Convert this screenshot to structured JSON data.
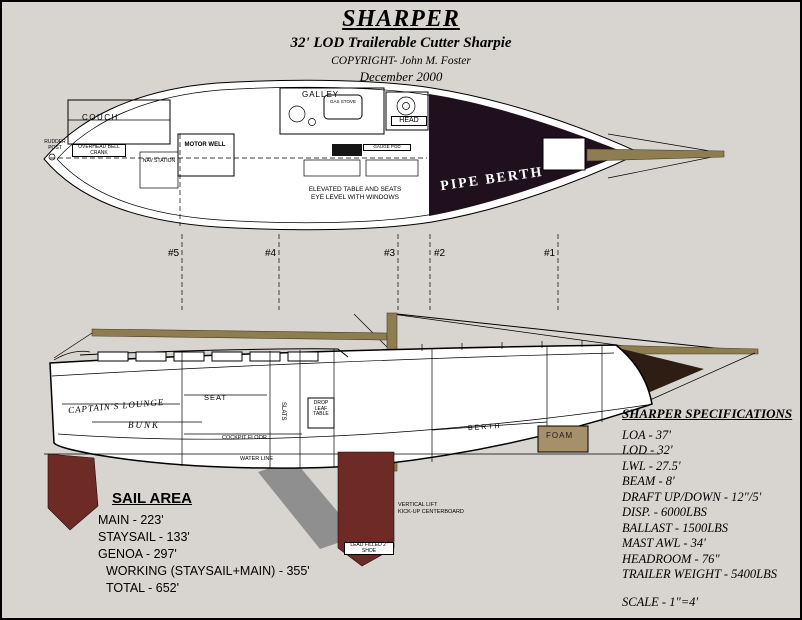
{
  "title": {
    "main": "SHARPER",
    "subtitle": "32' LOD Trailerable Cutter Sharpie",
    "copyright": "COPYRIGHT- John M. Foster",
    "date": "December 2000"
  },
  "plan": {
    "labels": {
      "couch": "COUCH",
      "rudder_post": "RUDDER POST",
      "bell_crank": "OVERHEAD BELL CRANK",
      "nav_station": "NAV STATION",
      "motor_well": "MOTOR WELL",
      "galley": "GALLEY",
      "gas_stove": "GAS STOVE",
      "head": "HEAD",
      "gauge_pod": "GAUGE POD",
      "elevated_1": "ELEVATED TABLE AND SEATS",
      "elevated_2": "EYE LEVEL WITH WINDOWS",
      "pipe_berth": "PIPE BERTH"
    }
  },
  "stations": {
    "items": [
      "#5",
      "#4",
      "#3",
      "#2",
      "#1"
    ]
  },
  "profile": {
    "labels": {
      "captains_lounge": "CAPTAIN'S LOUNGE",
      "bunk": "BUNK",
      "seat": "SEAT",
      "slats": "SLATS",
      "drop_leaf": "DROP LEAF TABLE",
      "cockpit_floor": "COCKPIT FLOOR",
      "water_line": "WATER LINE",
      "berth": "BERTH",
      "foam": "FOAM",
      "cb_1": "VERTICAL LIFT",
      "cb_2": "KICK-UP CENTERBOARD",
      "lead_shoe": "LEAD FILLED 2\" SHOE"
    }
  },
  "sail_area": {
    "title": "SAIL AREA",
    "items": [
      "MAIN - 223'",
      "STAYSAIL - 133'",
      "GENOA - 297'",
      "WORKING (STAYSAIL+MAIN) - 355'",
      "TOTAL - 652'"
    ]
  },
  "specifications": {
    "title": "SHARPER SPECIFICATIONS",
    "items": [
      "LOA - 37'",
      "LOD - 32'",
      "LWL - 27.5'",
      "BEAM - 8'",
      "DRAFT UP/DOWN - 12\"/5'",
      "DISP. - 6000LBS",
      "BALLAST - 1500LBS",
      "MAST AWL - 34'",
      "HEADROOM - 76\"",
      "TRAILER WEIGHT - 5400LBS"
    ],
    "scale": "SCALE - 1\"=4'"
  },
  "colors": {
    "bg": "#d8d4d0",
    "dark": "#20101e",
    "maroon": "#6e2b26",
    "tan": "#8d7d50",
    "foam": "#a5906a",
    "gray": "#8f8f8f"
  }
}
